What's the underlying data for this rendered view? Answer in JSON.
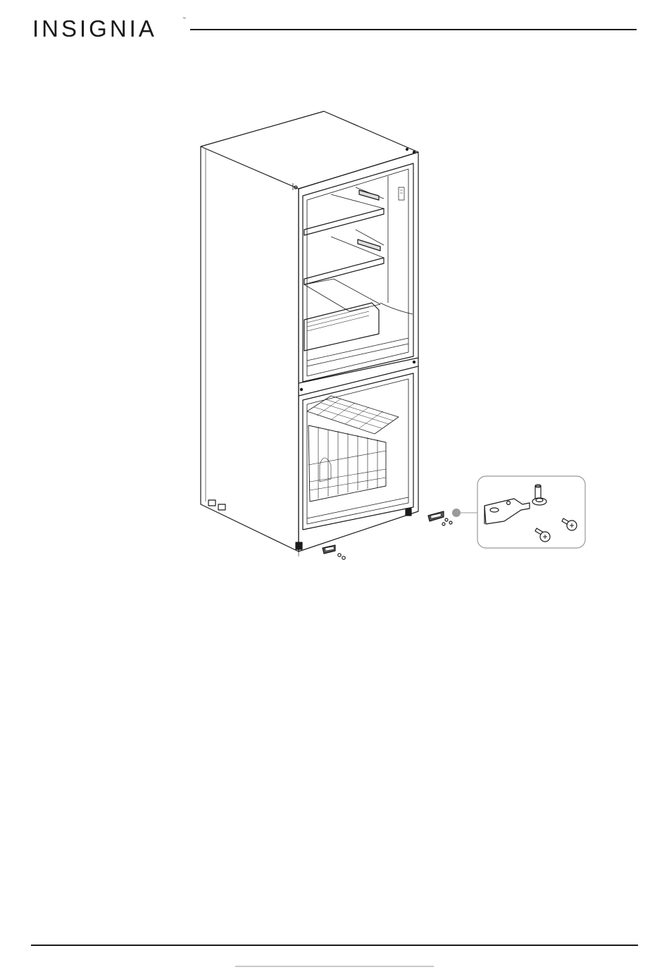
{
  "header": {
    "brand": "INSIGNIA",
    "trademark": "™"
  },
  "figure": {
    "subject": "refrigerator-with-door-removed",
    "callout": "hinge-bracket-and-screws-detail"
  },
  "colors": {
    "ink": "#1a1a1a",
    "callout_border": "#999999",
    "callout_dot": "#9a9a9a",
    "page_marker": "#c8c8c8"
  }
}
